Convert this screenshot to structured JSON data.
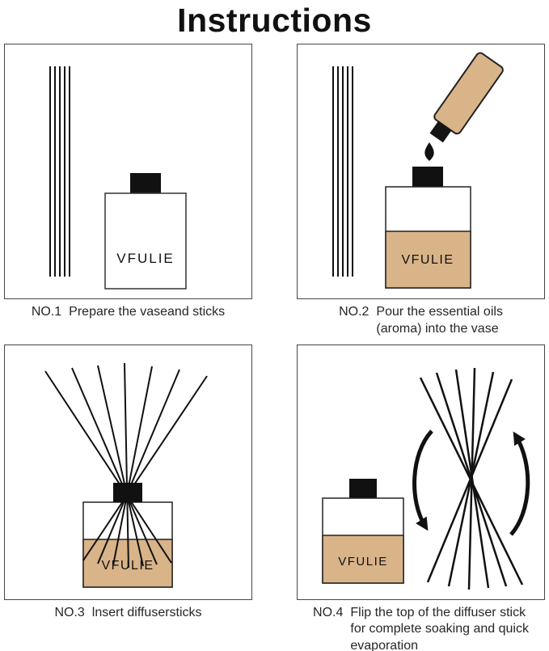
{
  "title": "Instructions",
  "brand": "VFULIE",
  "colors": {
    "oil": "#d9b489",
    "ink": "#111111"
  },
  "steps": [
    {
      "no": "NO.1",
      "lines": [
        "Prepare the vaseand sticks"
      ]
    },
    {
      "no": "NO.2",
      "lines": [
        "Pour the essential oils",
        "(aroma) into the vase"
      ]
    },
    {
      "no": "NO.3",
      "lines": [
        "lnsert diffusersticks"
      ]
    },
    {
      "no": "NO.4",
      "lines": [
        "Flip the top of the diffuser stick",
        "for complete soaking and quick",
        "evaporation"
      ]
    }
  ]
}
